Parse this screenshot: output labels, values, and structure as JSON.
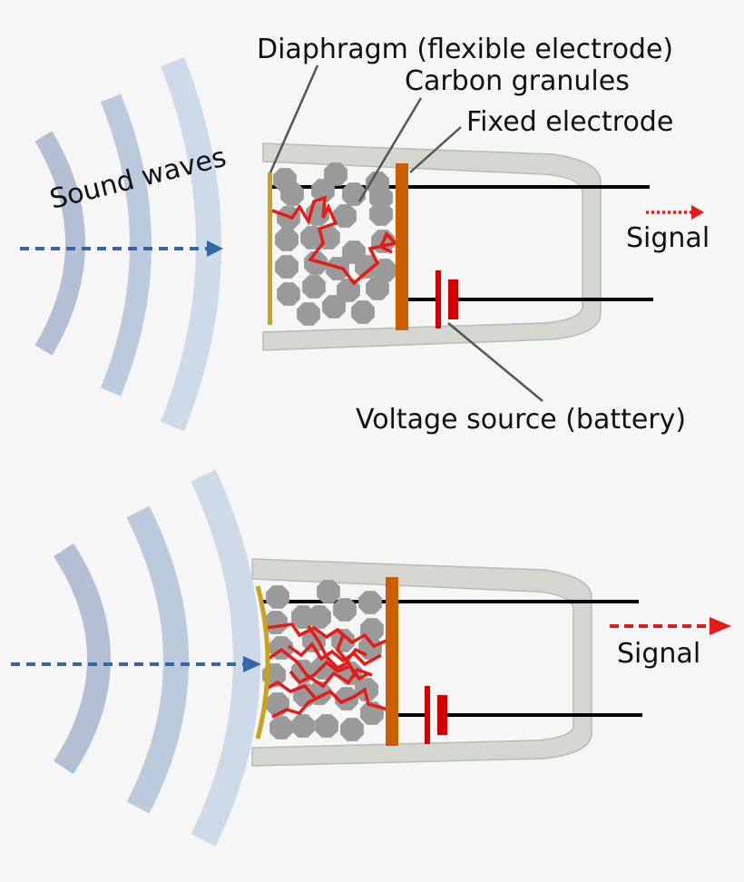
{
  "labels": {
    "diaphragm": "Diaphragm (flexible electrode)",
    "carbon_granules": "Carbon granules",
    "fixed_electrode": "Fixed electrode",
    "sound_waves": "Sound waves",
    "signal_top": "Signal",
    "voltage_source": "Voltage source (battery)",
    "signal_bottom": "Signal"
  },
  "colors": {
    "background": "#f6f6f7",
    "housing": "#d4d6d0",
    "housing_stroke": "#b9bcb4",
    "diaphragm": "#c8a21c",
    "fixed_electrode": "#cc5e00",
    "granule": "#9a9a9a",
    "current_path": "#e41b17",
    "wire": "#000000",
    "battery": "#d40000",
    "sound_arrow": "#3566a6",
    "signal_arrow": "#e41b17",
    "wave": "#a9bbd6",
    "leader": "#555555"
  }
}
